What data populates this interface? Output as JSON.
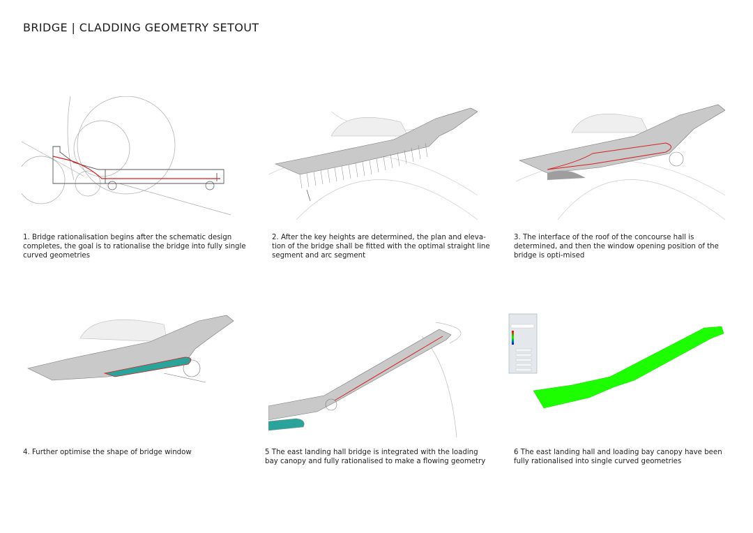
{
  "title": "BRIDGE | CLADDING GEOMETRY SETOUT",
  "steps": [
    {
      "caption": "1. Bridge rationalisation begins after the schematic design completes, the goal is to rationalise the bridge into fully single curved geometries"
    },
    {
      "caption": "2. After the key heights are determined, the plan and eleva-tion of the bridge shall be fitted with the optimal straight line segment and arc segment"
    },
    {
      "caption": "3. The interface of the roof of the concourse hall is determined, and then the window opening position of the bridge is opti-mised"
    },
    {
      "caption": "4. Further optimise the shape of bridge window"
    },
    {
      "caption": "5 The east landing hall bridge is integrated with the loading bay canopy and fully rationalised to make a flowing geometry"
    },
    {
      "caption": "6 The east landing hall and loading bay canopy have been fully rationalised into single curved geometries"
    }
  ],
  "colors": {
    "curve": "#d42020",
    "surface": "#c9c9c9",
    "window": "#2aa39a",
    "analysis": "#1dff00"
  }
}
